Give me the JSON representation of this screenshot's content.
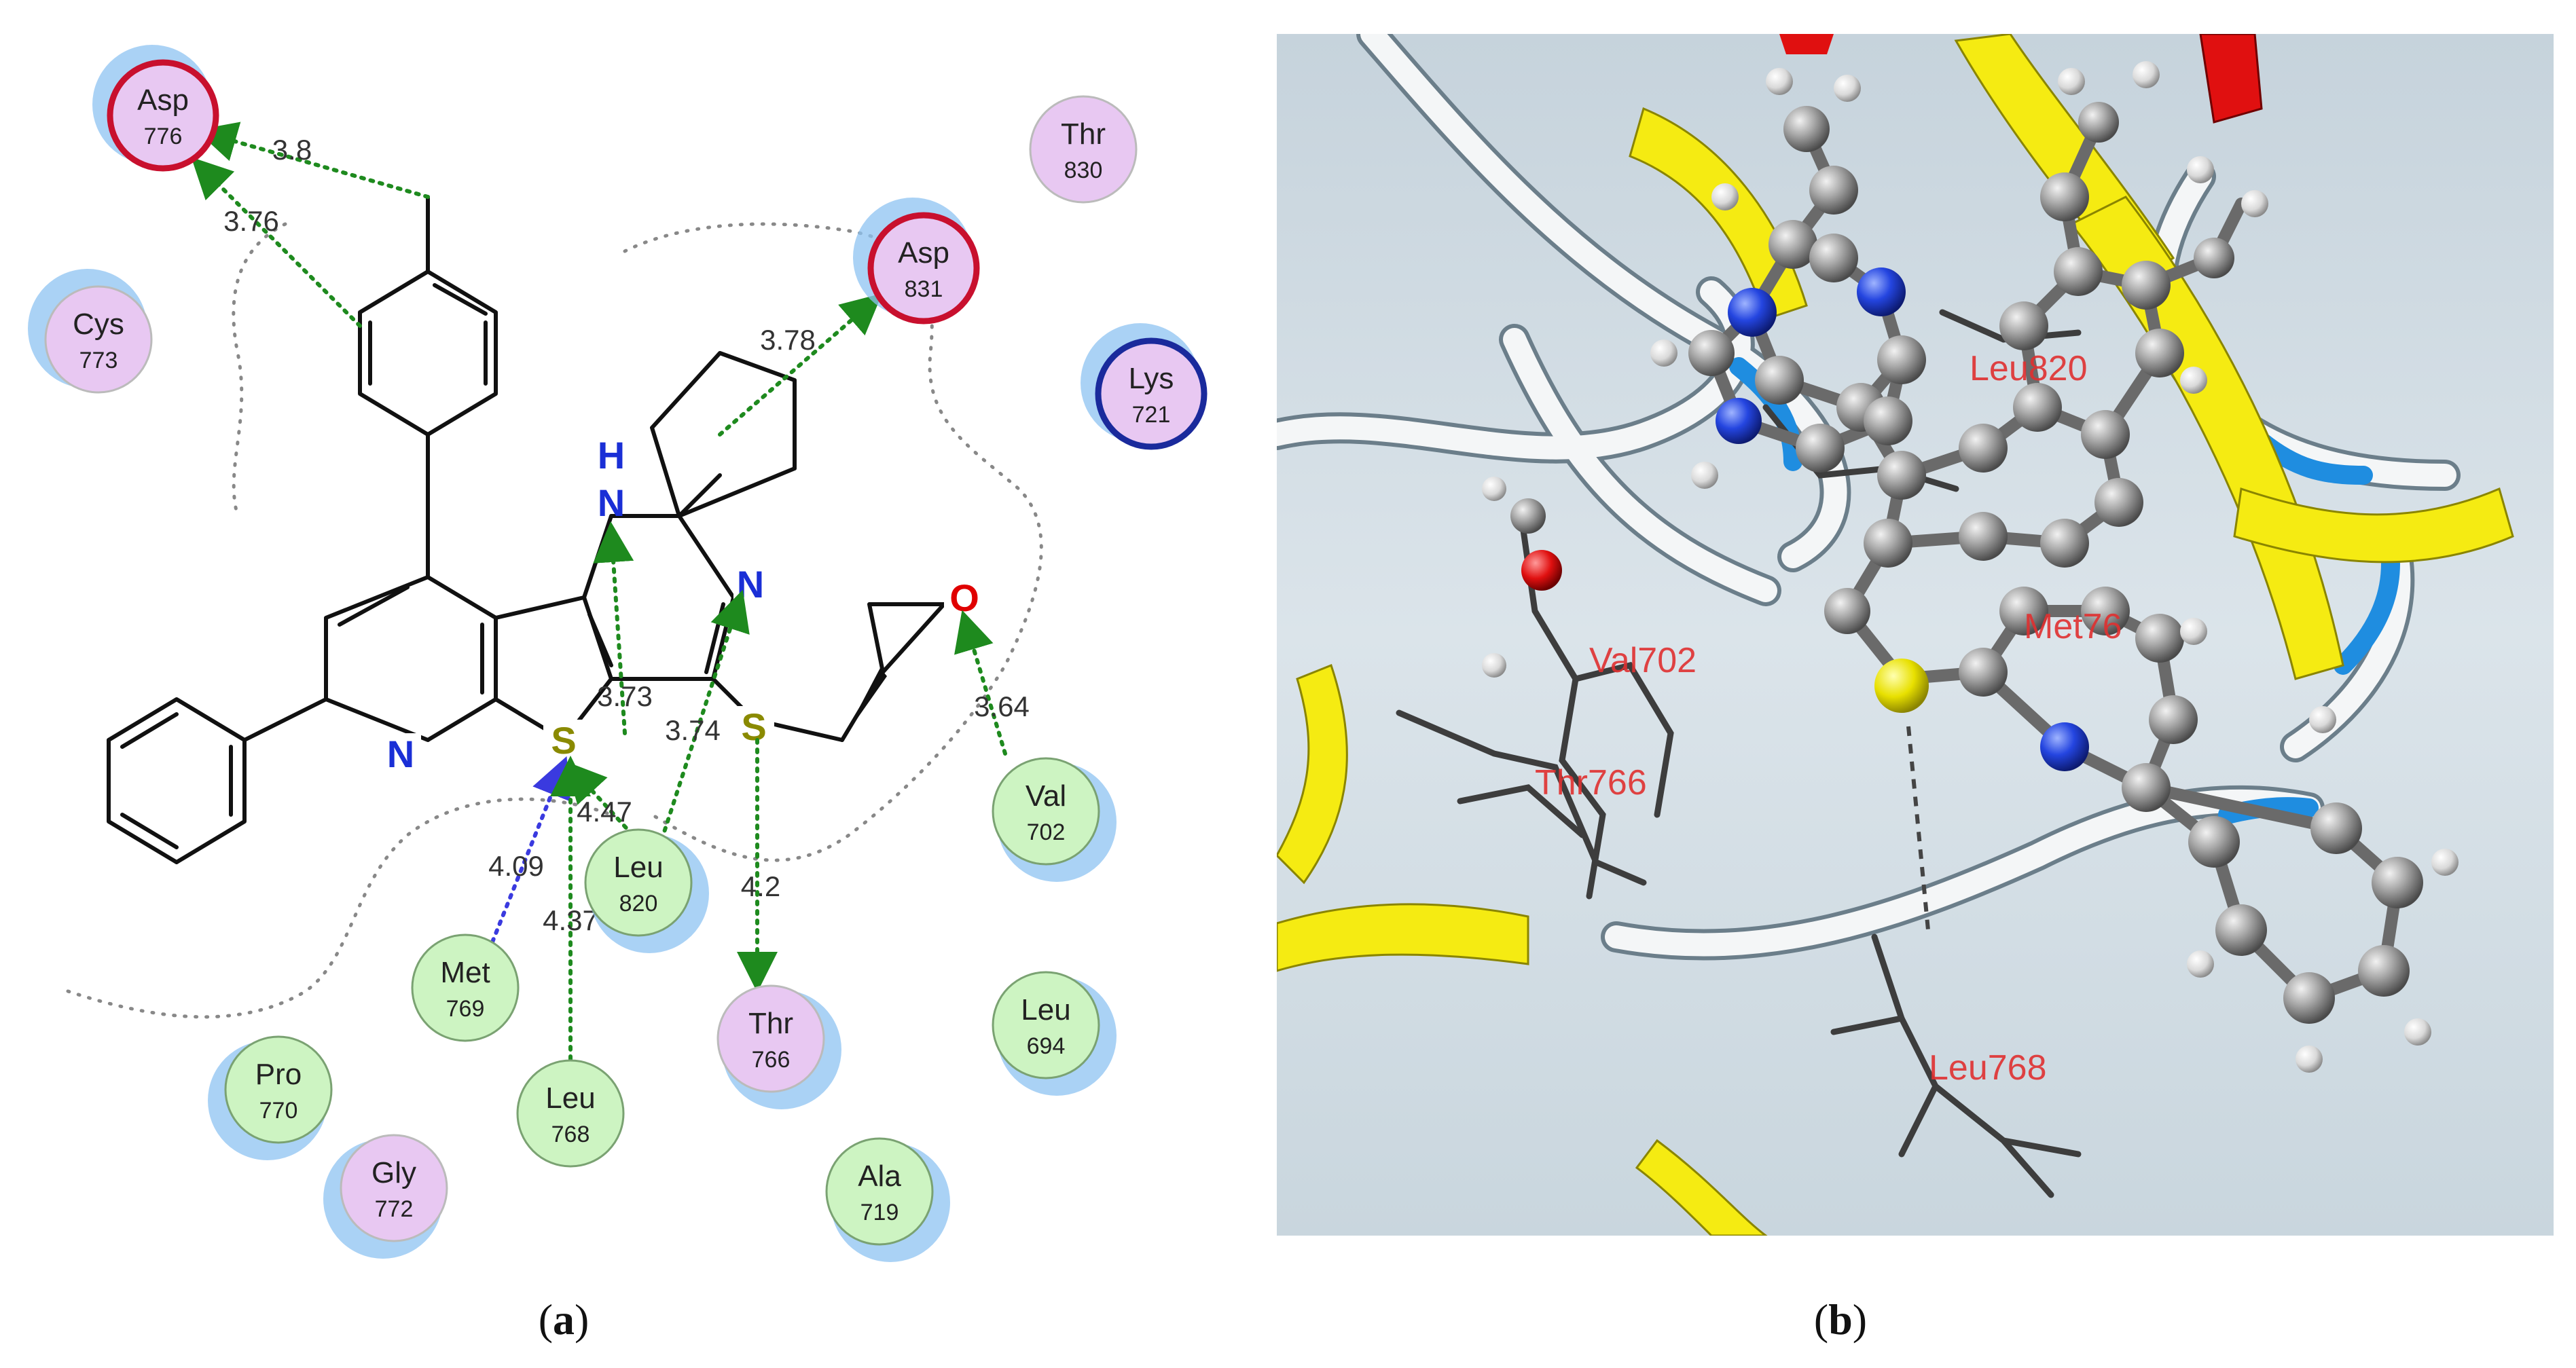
{
  "panel_a": {
    "residues": [
      {
        "id": "asp776",
        "name": "Asp",
        "num": "776",
        "fill": "#e8c8f2",
        "ring": "#c8102e",
        "halo": true
      },
      {
        "id": "cys773",
        "name": "Cys",
        "num": "773",
        "fill": "#e8c8f2",
        "ring": "#bbbbbb",
        "halo": true
      },
      {
        "id": "thr830",
        "name": "Thr",
        "num": "830",
        "fill": "#e8c8f2",
        "ring": "#bbbbbb",
        "halo": false
      },
      {
        "id": "asp831",
        "name": "Asp",
        "num": "831",
        "fill": "#e8c8f2",
        "ring": "#c8102e",
        "halo": true
      },
      {
        "id": "lys721",
        "name": "Lys",
        "num": "721",
        "fill": "#e8c8f2",
        "ring": "#1a2a9c",
        "halo": true
      },
      {
        "id": "val702",
        "name": "Val",
        "num": "702",
        "fill": "#cdf4c2",
        "ring": "#7aa272",
        "halo": true
      },
      {
        "id": "leu820",
        "name": "Leu",
        "num": "820",
        "fill": "#cdf4c2",
        "ring": "#7aa272",
        "halo": true
      },
      {
        "id": "met769",
        "name": "Met",
        "num": "769",
        "fill": "#cdf4c2",
        "ring": "#7aa272",
        "halo": false
      },
      {
        "id": "thr766",
        "name": "Thr",
        "num": "766",
        "fill": "#e8c8f2",
        "ring": "#bbbbbb",
        "halo": true
      },
      {
        "id": "leu694",
        "name": "Leu",
        "num": "694",
        "fill": "#cdf4c2",
        "ring": "#7aa272",
        "halo": true
      },
      {
        "id": "pro770",
        "name": "Pro",
        "num": "770",
        "fill": "#cdf4c2",
        "ring": "#7aa272",
        "halo": true
      },
      {
        "id": "gly772",
        "name": "Gly",
        "num": "772",
        "fill": "#e8c8f2",
        "ring": "#bbbbbb",
        "halo": true
      },
      {
        "id": "leu768",
        "name": "Leu",
        "num": "768",
        "fill": "#cdf4c2",
        "ring": "#7aa272",
        "halo": false
      },
      {
        "id": "ala719",
        "name": "Ala",
        "num": "719",
        "fill": "#cdf4c2",
        "ring": "#7aa272",
        "halo": true
      }
    ],
    "interactions": [
      {
        "label": "3.8",
        "color": "#1e8a1e"
      },
      {
        "label": "3.76",
        "color": "#1e8a1e"
      },
      {
        "label": "3.78",
        "color": "#1e8a1e"
      },
      {
        "label": "3.73",
        "color": "#1e8a1e"
      },
      {
        "label": "3.74",
        "color": "#1e8a1e"
      },
      {
        "label": "3.64",
        "color": "#1e8a1e"
      },
      {
        "label": "4.47",
        "color": "#1e8a1e"
      },
      {
        "label": "4.09",
        "color": "#3a3adf"
      },
      {
        "label": "4.37",
        "color": "#1e8a1e"
      },
      {
        "label": "4.2",
        "color": "#1e8a1e"
      }
    ],
    "atoms": {
      "nh_h": "H",
      "nh_n": "N",
      "imine_n": "N",
      "pyridine_n": "N",
      "ring_s": "S",
      "thioether_s": "S",
      "epoxide_o": "O"
    },
    "colors": {
      "nitrogen": "#1a2fd6",
      "sulfur": "#8a8a00",
      "oxygen": "#e00000",
      "bond": "#111111"
    }
  },
  "panel_b": {
    "labels": [
      "Val702",
      "Thr766",
      "Met76",
      "Leu768",
      "Leu820"
    ],
    "label_color": "#e03030",
    "colors": {
      "ribbon": "#f2f2f2",
      "helix": "#f5eb12",
      "accent": "#1f8de0",
      "sheet": "#e01010"
    }
  },
  "captions": {
    "a": "a",
    "b": "b"
  }
}
